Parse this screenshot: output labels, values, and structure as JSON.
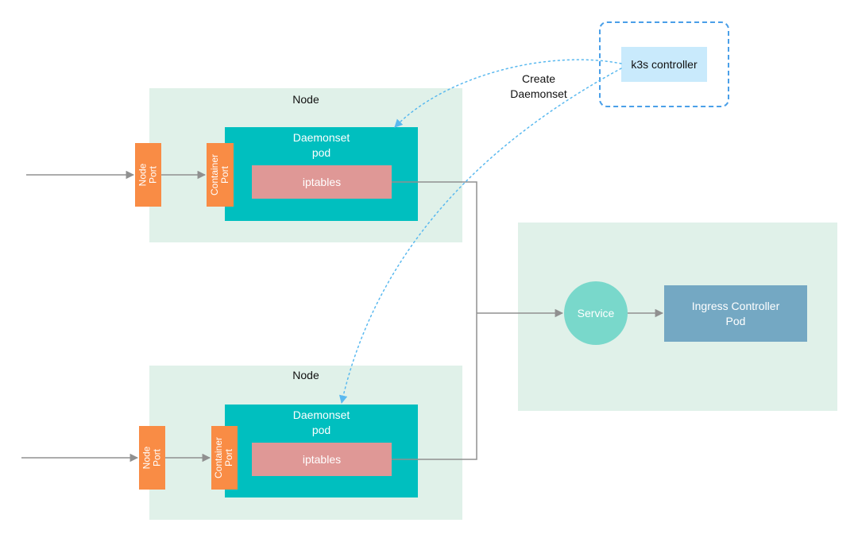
{
  "nodes": [
    {
      "label": "Node",
      "pod": {
        "line1": "Daemonset",
        "line2": "pod"
      },
      "iptables": "iptables",
      "node_port": {
        "line1": "Node",
        "line2": "Port"
      },
      "container_port": {
        "line1": "Container",
        "line2": "Port"
      }
    },
    {
      "label": "Node",
      "pod": {
        "line1": "Daemonset",
        "line2": "pod"
      },
      "iptables": "iptables",
      "node_port": {
        "line1": "Node",
        "line2": "Port"
      },
      "container_port": {
        "line1": "Container",
        "line2": "Port"
      }
    }
  ],
  "controller": {
    "label": "k3s controller",
    "action": {
      "line1": "Create",
      "line2": "Daemonset"
    }
  },
  "service": {
    "label": "Service"
  },
  "ingress": {
    "line1": "Ingress Controller",
    "line2": "Pod"
  },
  "colors": {
    "node_bg": "#e0f1e9",
    "pod": "#00bfbf",
    "iptables": "#df9896",
    "port": "#f98c45",
    "controller_fill": "#c9eafc",
    "controller_outline": "#4a9fe8",
    "dashed_arrow": "#5ab9ef",
    "service": "#79d8cb",
    "ingress": "#74a8c3",
    "solid_line": "#909090"
  }
}
